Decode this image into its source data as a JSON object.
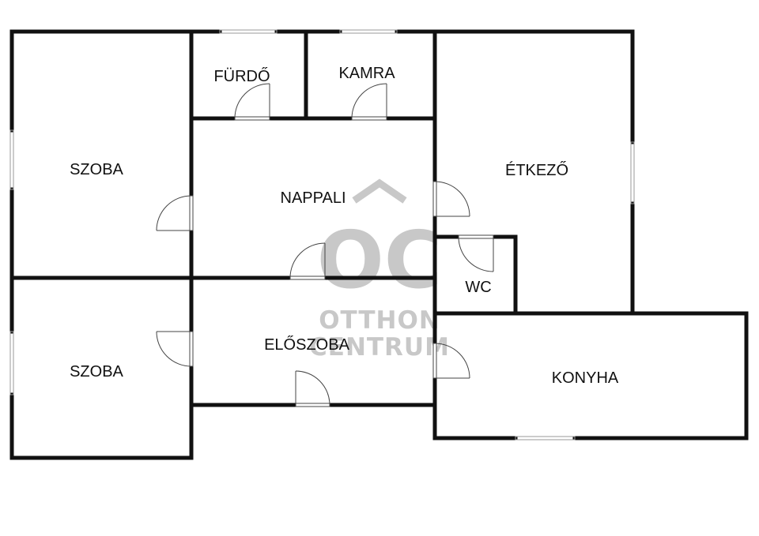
{
  "watermark": {
    "monogram": "OC",
    "line1": "OTTHON",
    "line2": "CENTRUM",
    "color": "#c8c8c8"
  },
  "rooms": {
    "szoba_top": "SZOBA",
    "szoba_bottom": "SZOBA",
    "furdo": "FÜRDŐ",
    "kamra": "KAMRA",
    "nappali": "NAPPALI",
    "etkezo": "ÉTKEZŐ",
    "wc": "WC",
    "eloszoba": "ELŐSZOBA",
    "konyha": "KONYHA"
  },
  "colors": {
    "wall": "#111111",
    "window": "#9a9a9a",
    "background": "#ffffff"
  }
}
